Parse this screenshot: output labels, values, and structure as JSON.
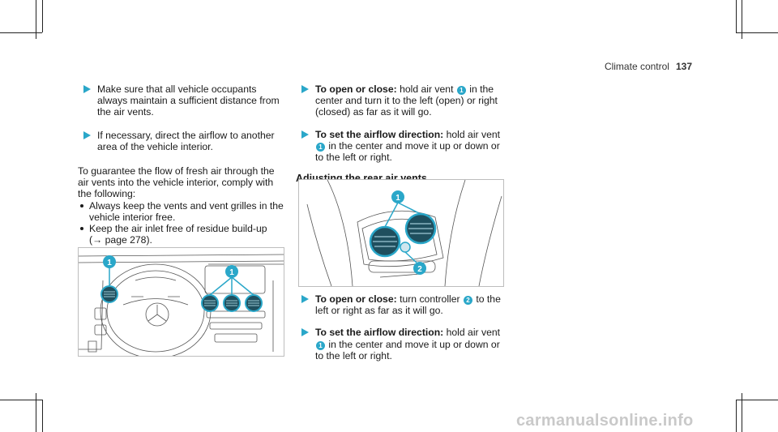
{
  "header": {
    "section": "Climate control",
    "page": "137"
  },
  "left_column": {
    "steps": [
      "Make sure that all vehicle occupants always maintain a sufficient distance from the air vents.",
      "If necessary, direct the airflow to another area of the vehicle interior."
    ],
    "paragraph": "To guarantee the flow of fresh air through the air vents into the vehicle interior, comply with the following:",
    "bullets": [
      "Always keep the vents and vent grilles in the vehicle interior free.",
      "Keep the air inlet free of residue build-up"
    ],
    "ref": "(→ page 278)."
  },
  "right_column": {
    "front_open": {
      "label": "To open or close:",
      "text_a": "hold air vent",
      "num": "1",
      "text_b": "in the center and turn it to the left (open) or right (closed) as far as it will go."
    },
    "front_dir": {
      "label": "To set the airflow direction:",
      "text_a": "hold air vent",
      "num": "1",
      "text_b": "in the center and move it up or down or to the left or right."
    },
    "rear_heading": "Adjusting the rear air vents",
    "rear_open": {
      "label": "To open or close:",
      "text_a": "turn controller",
      "num": "2",
      "text_b": "to the left or right as far as it will go."
    },
    "rear_dir": {
      "label": "To set the airflow direction:",
      "text_a": "hold air vent",
      "num": "1",
      "text_b": "in the center and move it up or down or to the left or right."
    }
  },
  "figure_front": {
    "callout_left": "1",
    "callout_right": "1"
  },
  "figure_rear": {
    "callout_top": "1",
    "callout_bottom": "2"
  },
  "watermark": "carmanualsonline.info",
  "colors": {
    "accent": "#2aa7c9",
    "vent_dark": "#1f4f5e"
  }
}
